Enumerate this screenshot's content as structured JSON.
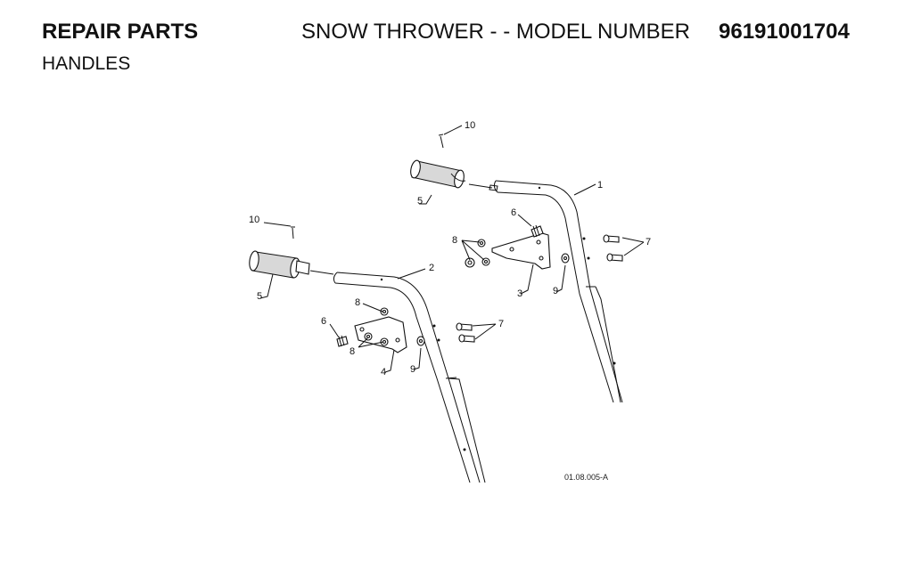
{
  "header": {
    "section": "REPAIR PARTS",
    "title_prefix": "SNOW THROWER - - MODEL NUMBER",
    "model_number": "96191001704",
    "subtitle": "HANDLES"
  },
  "diagram": {
    "figure_id": "01.08.005-A",
    "callouts": {
      "c1": "1",
      "c2": "2",
      "c3": "3",
      "c4": "4",
      "c5a": "5",
      "c5b": "5",
      "c6a": "6",
      "c6b": "6",
      "c7a": "7",
      "c7b": "7",
      "c8a": "8",
      "c8b": "8",
      "c8c": "8",
      "c9a": "9",
      "c9b": "9",
      "c10a": "10",
      "c10b": "10"
    }
  }
}
